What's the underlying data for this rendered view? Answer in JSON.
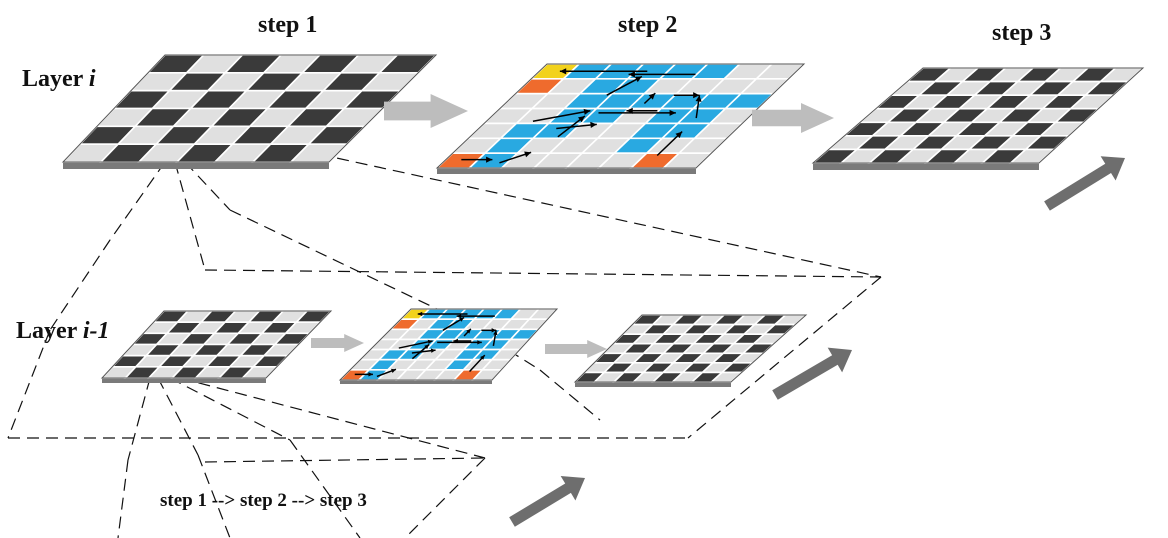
{
  "headers": {
    "step1": "step 1",
    "step2": "step 2",
    "step3": "step 3"
  },
  "layers": {
    "top": {
      "prefix": "Layer ",
      "index": "i"
    },
    "bottom": {
      "prefix": "Layer ",
      "index": "i-1"
    }
  },
  "flow_text": "step 1 --> step 2 --> step 3",
  "colors": {
    "dark_cell": "#3a3a3a",
    "light_cell": "#e0e0e0",
    "grid_line": "#ffffff",
    "blue_cell": "#29a9e1",
    "orange_cell": "#ef6b2d",
    "yellow_cell": "#f2d21c",
    "board_edge": "#7a7a7a",
    "process_arrow": "#bdbdbd",
    "depth_arrow": "#6e6e6e",
    "dashed_line": "#111111"
  },
  "icons": {
    "process_arrow": "block-arrow-right-icon",
    "depth_arrow": "diagonal-arrow-up-right-icon",
    "path_arrow": "small-black-arrow-icon"
  }
}
